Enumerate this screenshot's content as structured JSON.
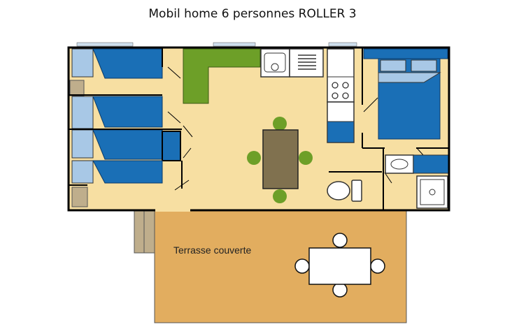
{
  "title": "Mobil home 6 personnes ROLLER 3",
  "terrace": {
    "label": "Terrasse couverte"
  },
  "colors": {
    "floor": "#f7dfa2",
    "terrace": "#e2ad5f",
    "wall": "#000000",
    "bed_dark": "#1a6fb6",
    "bed_light": "#a8c8e6",
    "kitchen_counter": "#6d9f28",
    "table": "#80714f",
    "chair": "#6d9f28",
    "shelf": "#bfae8c",
    "appliance": "#ffffff"
  },
  "rooms": [
    {
      "name": "bedroom-twin-1",
      "beds": 1
    },
    {
      "name": "bedroom-twin-2",
      "beds": 2
    },
    {
      "name": "living-kitchen",
      "features": [
        "kitchen-counter",
        "sink",
        "cooktop",
        "fridge",
        "dining-table"
      ]
    },
    {
      "name": "master-bedroom",
      "beds": 1
    },
    {
      "name": "bathroom",
      "features": [
        "washbasin",
        "toilet",
        "shower"
      ]
    }
  ]
}
